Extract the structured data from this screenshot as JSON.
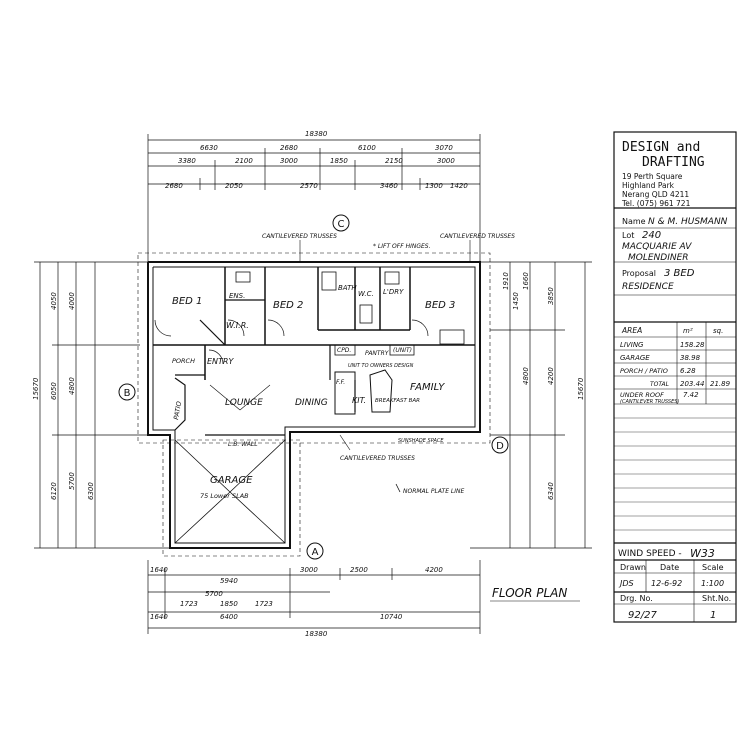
{
  "title_block": {
    "company_line1": "DESIGN and",
    "company_line2": "DRAFTING",
    "address": [
      "19 Perth Square",
      "Highland Park",
      "Nerang QLD 4211",
      "Tel. (075) 961 721"
    ],
    "name_label": "Name",
    "name_value": "N & M. HUSMANN",
    "lot_label": "Lot",
    "lot_value": "240",
    "street": "MACQUARIE AV",
    "suburb": "MOLENDINER",
    "proposal_label": "Proposal",
    "proposal_value": "3 BED",
    "proposal_value2": "RESIDENCE",
    "area_headers": [
      "AREA",
      "m²",
      "sq."
    ],
    "area_rows": [
      {
        "label": "LIVING",
        "m2": "158.28",
        "sq": ""
      },
      {
        "label": "GARAGE",
        "m2": "38.98",
        "sq": ""
      },
      {
        "label": "PORCH / PATIO",
        "m2": "6.28",
        "sq": ""
      },
      {
        "label": "TOTAL",
        "m2": "203.44",
        "sq": "21.89"
      },
      {
        "label": "UNDER ROOF",
        "m2": "7.42",
        "sq": ""
      },
      {
        "label": "(CANTILEVER TRUSSES)",
        "m2": "",
        "sq": ""
      }
    ],
    "wind_speed_label": "WIND SPEED -",
    "wind_speed_value": "W33",
    "drawn_label": "Drawn",
    "date_label": "Date",
    "scale_label": "Scale",
    "drawn_value": "JDS",
    "date_value": "12-6-92",
    "scale_value": "1:100",
    "drg_label": "Drg. No.",
    "sht_label": "Sht.No.",
    "drg_value": "92/27",
    "sht_value": "1"
  },
  "plan": {
    "title": "FLOOR PLAN",
    "rooms": {
      "bed1": "BED 1",
      "bed2": "BED 2",
      "bed3": "BED 3",
      "ens": "ENS.",
      "wir": "W.I.R.",
      "bath": "BATH",
      "wc": "W.C.",
      "ldry": "L'DRY",
      "entry": "ENTRY",
      "porch": "PORCH",
      "patio": "PATIO",
      "lounge": "LOUNGE",
      "dining": "DINING",
      "kit": "KIT.",
      "family": "FAMILY",
      "garage": "GARAGE",
      "garage_slab": "75 Lower SLAB",
      "breakfast_bar": "BREAKFAST BAR",
      "pantry": "PANTRY",
      "cpd": "CPD.",
      "unit": "(UNIT)",
      "lb_wall": "L.B. WALL",
      "ff": "F.F."
    },
    "notes": {
      "cant_trusses_1": "CANTILEVERED TRUSSES",
      "cant_trusses_2": "CANTILEVERED TRUSSES",
      "cant_trusses_3": "CANTILEVERED TRUSSES",
      "lift_off_hinges": "* LIFT OFF HINGES.",
      "normal_plate_line": "NORMAL PLATE LINE",
      "unit_to_owners": "UNIT TO OWNERS DESIGN",
      "sunwall": "SUNSHADE SPACE"
    },
    "markers": {
      "a": "A",
      "b": "B",
      "c": "C",
      "d": "D"
    },
    "dims": {
      "top_overall": "18380",
      "top_row1": [
        "6630",
        "2680",
        "6100",
        "3070"
      ],
      "top_row2": [
        "3380",
        "2100",
        "3000",
        "1850",
        "2150",
        "3000"
      ],
      "top_row3": [
        "2680",
        "2050",
        "2570",
        "3460",
        "1300",
        "1420"
      ],
      "bottom_overall": "18380",
      "bottom_row1": [
        "1640",
        "5940",
        "3000",
        "2500",
        "4200"
      ],
      "bottom_row2": [
        "5700",
        "1723",
        "1850",
        "1723"
      ],
      "bottom_row3": [
        "1640",
        "6400",
        "10740"
      ],
      "left_overall": "15670",
      "left_row1": [
        "4050",
        "6050",
        "6120"
      ],
      "left_row2": [
        "4000",
        "4800",
        "5700",
        "6300"
      ],
      "right_overall": "15670",
      "right_row1": [
        "3850",
        "4200",
        "6340"
      ],
      "right_row2": [
        "1910",
        "1450",
        "1660",
        "4800"
      ]
    }
  }
}
